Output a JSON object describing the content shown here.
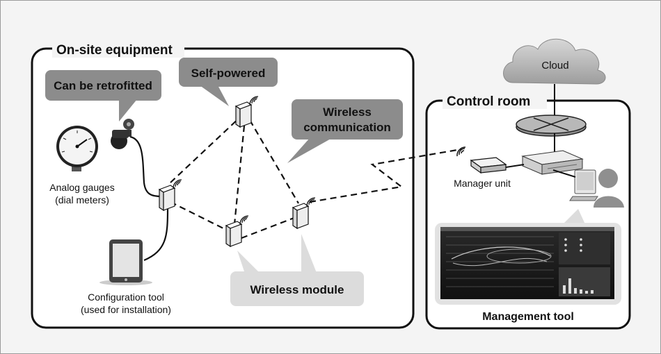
{
  "onsite": {
    "title": "On-site equipment"
  },
  "control": {
    "title": "Control room"
  },
  "cloud": {
    "label": "Cloud"
  },
  "callouts": {
    "retrofit": "Can be retrofitted",
    "self_powered": "Self-powered",
    "wireless_comm_line1": "Wireless",
    "wireless_comm_line2": "communication",
    "wireless_module": "Wireless module"
  },
  "gauges": {
    "line1": "Analog gauges",
    "line2": "(dial meters)"
  },
  "config_tool": {
    "line1": "Configuration tool",
    "line2": "(used for installation)"
  },
  "manager": {
    "label": "Manager unit"
  },
  "management_tool": {
    "label": "Management tool"
  }
}
